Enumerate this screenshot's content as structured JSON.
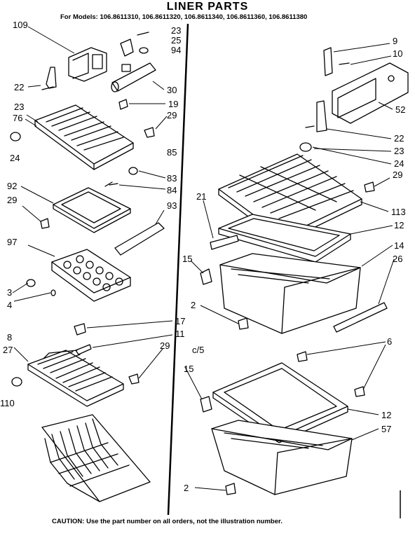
{
  "title": "LINER PARTS",
  "models_line": "For Models: 106.8611310, 106.8611320, 106.8611340, 106.8611360, 106.8611380",
  "caution": "CAUTION: Use the part number on all orders, not the illustration number.",
  "callouts_left": [
    "109",
    "23",
    "25",
    "94",
    "22",
    "30",
    "19",
    "23",
    "76",
    "29",
    "24",
    "85",
    "83",
    "84",
    "92",
    "29",
    "93",
    "97",
    "3",
    "4",
    "17",
    "11",
    "8",
    "27",
    "29",
    "110"
  ],
  "callouts_right": [
    "9",
    "10",
    "52",
    "22",
    "23",
    "24",
    "29",
    "21",
    "113",
    "12",
    "15",
    "14",
    "26",
    "2",
    "c/5",
    "6",
    "15",
    "12",
    "57",
    "2"
  ]
}
